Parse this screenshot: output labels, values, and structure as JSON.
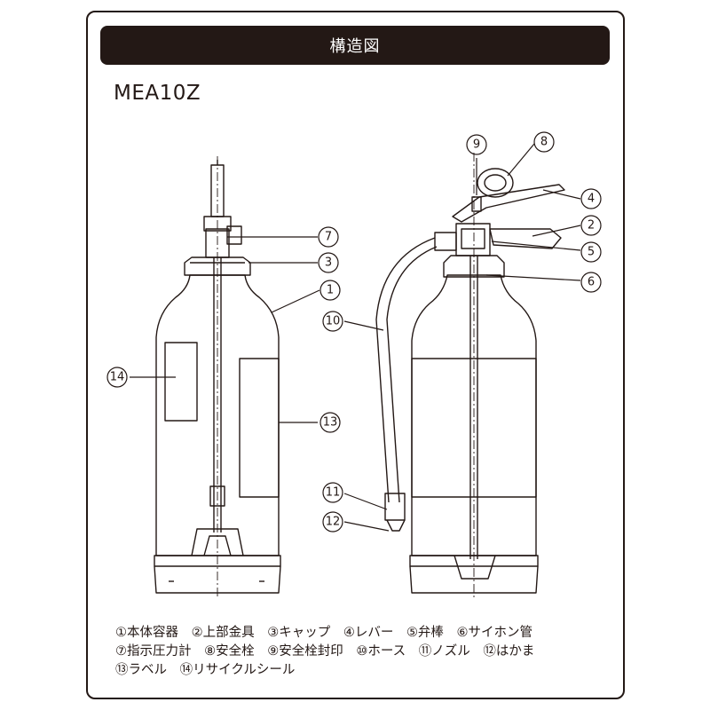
{
  "title": "構造図",
  "model": "MEA10Z",
  "callouts": {
    "n1": "1",
    "n2": "2",
    "n3": "3",
    "n4": "4",
    "n5": "5",
    "n6": "6",
    "n7": "7",
    "n8": "8",
    "n9": "9",
    "n10": "10",
    "n11": "11",
    "n12": "12",
    "n13": "13",
    "n14": "14"
  },
  "legend": [
    [
      "①本体容器",
      "②上部金具",
      "③キャップ",
      "④レバー",
      "⑤弁棒",
      "⑥サイホン管"
    ],
    [
      "⑦指示圧力計",
      "⑧安全栓",
      "⑨安全栓封印",
      "⑩ホース",
      "⑪ノズル",
      "⑫はかま"
    ],
    [
      "⑬ラベル",
      "⑭リサイクルシール"
    ]
  ],
  "colors": {
    "ink": "#231815",
    "background": "#ffffff"
  }
}
